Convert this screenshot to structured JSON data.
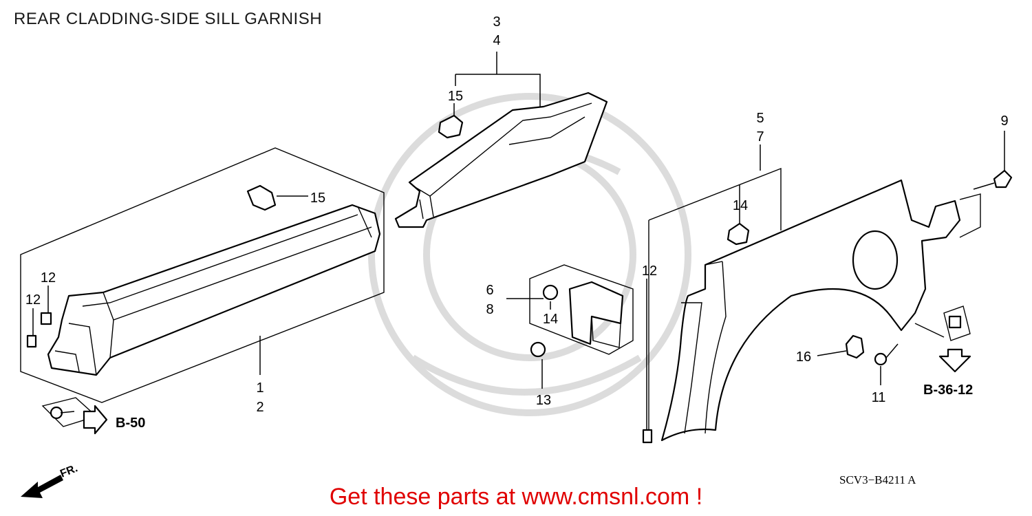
{
  "title": "REAR CLADDING-SIDE SILL GARNISH",
  "footer": "Get these parts at www.cmsnl.com !",
  "diagram_code": "SCV3−B4211 A",
  "direction_label": "FR.",
  "references": {
    "b50": "B-50",
    "b3612": "B-36-12"
  },
  "callouts": {
    "c3": "3",
    "c4": "4",
    "c15a": "15",
    "c15b": "15",
    "c1": "1",
    "c2": "2",
    "c12a": "12",
    "c12b": "12",
    "c6": "6",
    "c8": "8",
    "c14a": "14",
    "c13": "13",
    "c5": "5",
    "c7": "7",
    "c14b": "14",
    "c12c": "12",
    "c9": "9",
    "c16": "16",
    "c11": "11"
  },
  "colors": {
    "footer": "#e00000",
    "line": "#000000",
    "watermark": "#dcdcdc"
  }
}
